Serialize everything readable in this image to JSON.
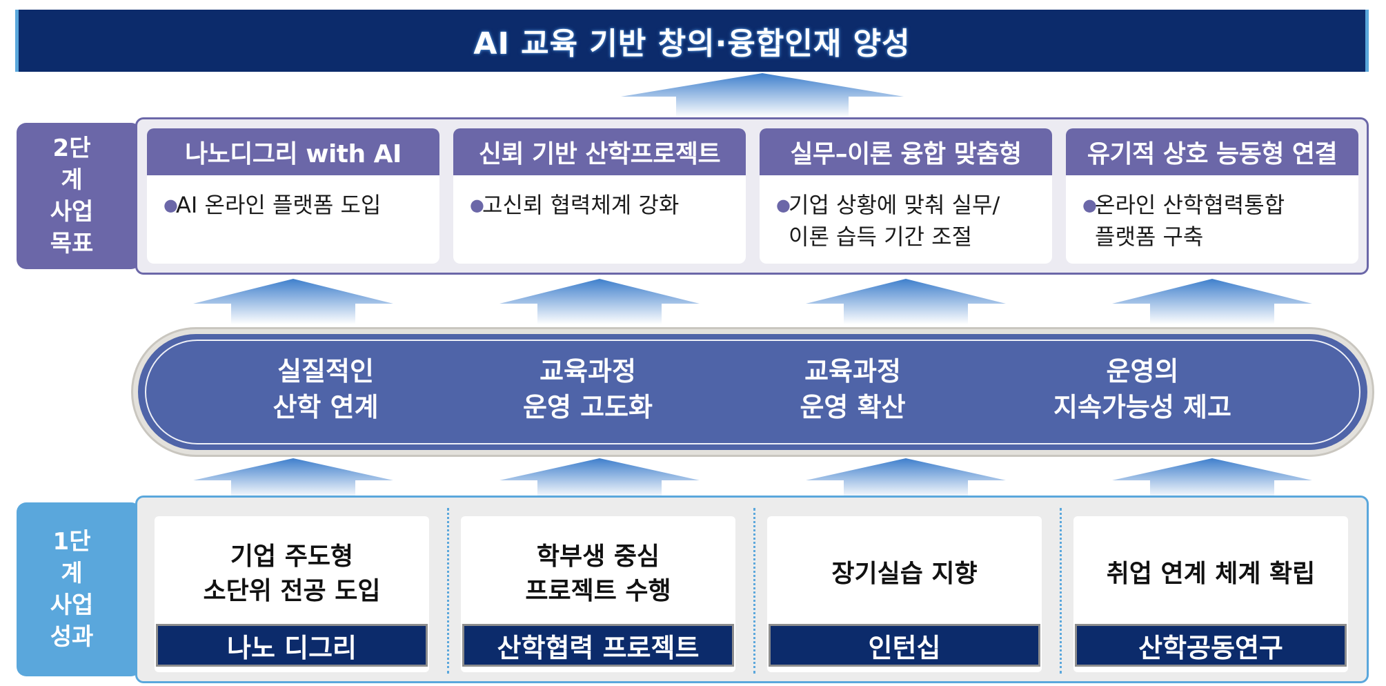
{
  "title": "AI 교육 기반 창의·융합인재 양성",
  "stage2": {
    "label": [
      "2단계",
      "사업",
      "목표"
    ],
    "goals": [
      {
        "heading": "나노디그리 with AI",
        "text": "AI 온라인 플랫폼 도입"
      },
      {
        "heading": "신뢰 기반 산학프로젝트",
        "text": "고신뢰 협력체계 강화"
      },
      {
        "heading": "실무–이론 융합 맞춤형",
        "text": "기업 상황에 맞춰 실무/\n이론 습득 기간 조절"
      },
      {
        "heading": "유기적 상호 능동형 연결",
        "text": "온라인 산학협력통합\n플랫폼 구축"
      }
    ]
  },
  "capsule": {
    "items": [
      "실질적인\n산학 연계",
      "교육과정\n운영 고도화",
      "교육과정\n운영 확산",
      "운영의\n지속가능성 제고"
    ]
  },
  "stage1": {
    "label": [
      "1단계",
      "사업",
      "성과"
    ],
    "achievements": [
      {
        "text": "기업 주도형\n소단위 전공 도입",
        "bar": "나노 디그리"
      },
      {
        "text": "학부생 중심\n프로젝트 수행",
        "bar": "산학협력 프로젝트"
      },
      {
        "text": "장기실습 지향",
        "bar": "인턴십"
      },
      {
        "text": "취업 연계 체계 확립",
        "bar": "산학공동연구"
      }
    ]
  },
  "colors": {
    "navy": "#0c2b6b",
    "purple": "#6b67a8",
    "capsule_blue": "#4f64a8",
    "sky": "#5aa7dc"
  }
}
